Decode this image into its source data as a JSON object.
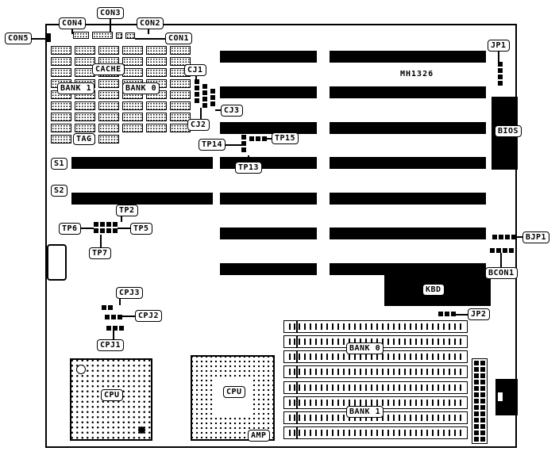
{
  "board": {
    "model": "MH1326"
  },
  "callouts": {
    "con4": "CON4",
    "con3": "CON3",
    "con2": "CON2",
    "con1": "CON1",
    "con5": "CON5",
    "cache": "CACHE",
    "cj1": "CJ1",
    "bank1_cache": "BANK 1",
    "bank0_cache": "BANK 0",
    "cj3": "CJ3",
    "cj2": "CJ2",
    "tag": "TAG",
    "jp1": "JP1",
    "tp14": "TP14",
    "tp15": "TP15",
    "tp13": "TP13",
    "bios": "BIOS",
    "s1": "S1",
    "s2": "S2",
    "tp2": "TP2",
    "tp6": "TP6",
    "tp5": "TP5",
    "tp7": "TP7",
    "bjp1": "BJP1",
    "bcon1": "BCON1",
    "kbd": "KBD",
    "cpj3": "CPJ3",
    "cpj2": "CPJ2",
    "cpj1": "CPJ1",
    "jp2": "JP2",
    "bank0_simm": "BANK 0",
    "bank1_simm": "BANK 1",
    "cpu_main": "CPU",
    "cpu_socket": "CPU",
    "amp": "AMP"
  }
}
